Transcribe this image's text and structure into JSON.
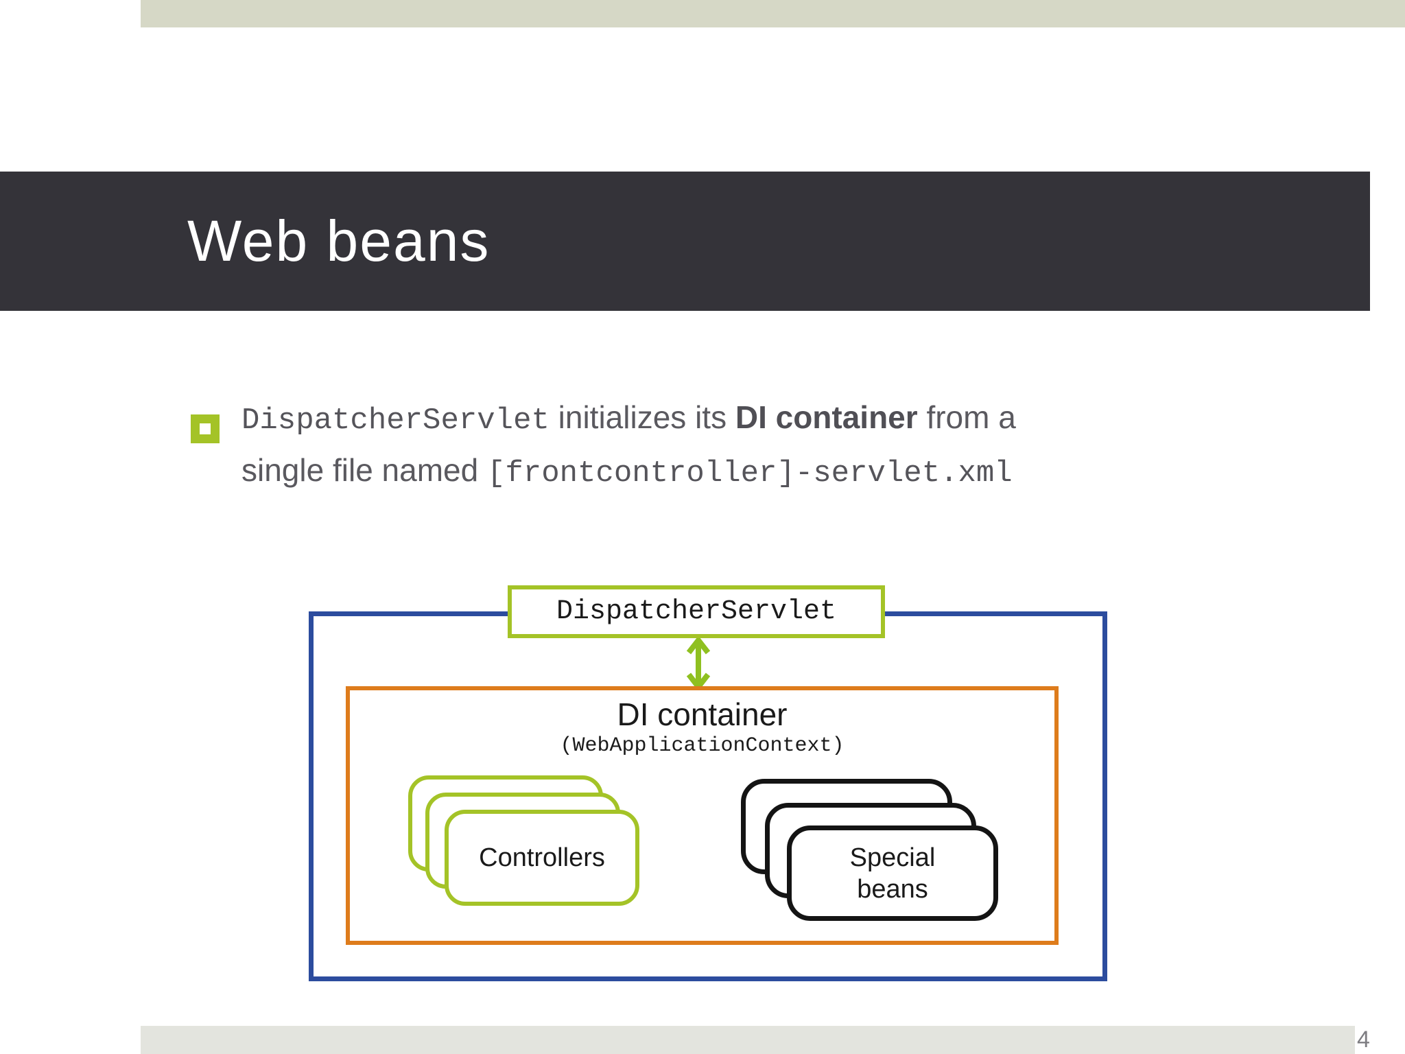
{
  "slide": {
    "title": "Web beans",
    "page_number": "4",
    "colors": {
      "accent_green": "#a4c327",
      "accent_blue": "#2c4c9e",
      "accent_orange": "#de7c1c",
      "title_band": "#343339",
      "top_strip": "#d6d8c6",
      "bottom_strip": "#e3e4de",
      "body_text": "#5a595f",
      "diagram_text": "#1a1a1a",
      "page_number_gray": "#7e7d82"
    },
    "bullet": {
      "code1": "DispatcherServlet",
      "mid1": " initializes its ",
      "bold1": "DI container",
      "tail1": " from a",
      "lead2": "single file named ",
      "code2": "[frontcontroller]-servlet.xml"
    },
    "diagram": {
      "servlet_label": "DispatcherServlet",
      "container_title": "DI container",
      "container_subtitle": "(WebApplicationContext)",
      "controllers_label": "Controllers",
      "special_beans_label": "Special beans"
    }
  }
}
